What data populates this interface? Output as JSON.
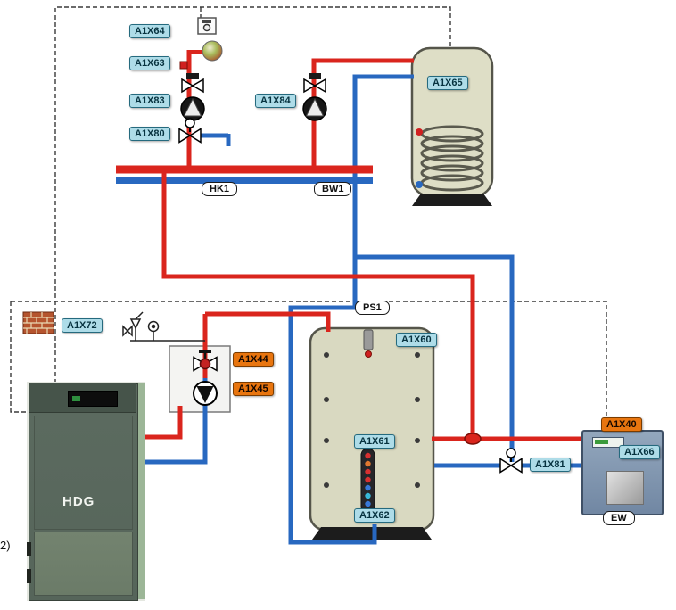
{
  "component_labels": {
    "a1x64": "A1X64",
    "a1x63": "A1X63",
    "a1x83": "A1X83",
    "a1x80": "A1X80",
    "a1x84": "A1X84",
    "a1x65": "A1X65",
    "a1x72": "A1X72",
    "a1x44": "A1X44",
    "a1x45": "A1X45",
    "a1x60": "A1X60",
    "a1x61": "A1X61",
    "a1x62": "A1X62",
    "a1x40": "A1X40",
    "a1x66": "A1X66",
    "a1x81": "A1X81"
  },
  "circuit_labels": {
    "hk1": "HK1",
    "bw1": "BW1",
    "ps1": "PS1",
    "ew": "EW"
  },
  "boiler": {
    "logo": "HDG"
  },
  "footnote": "2)",
  "colors": {
    "pipe_hot": "#da251d",
    "pipe_cold": "#2868c0",
    "label_sensor_bg": "#aedce8",
    "label_output_bg": "#e8750f",
    "tank_body": "#d9d9c1"
  }
}
